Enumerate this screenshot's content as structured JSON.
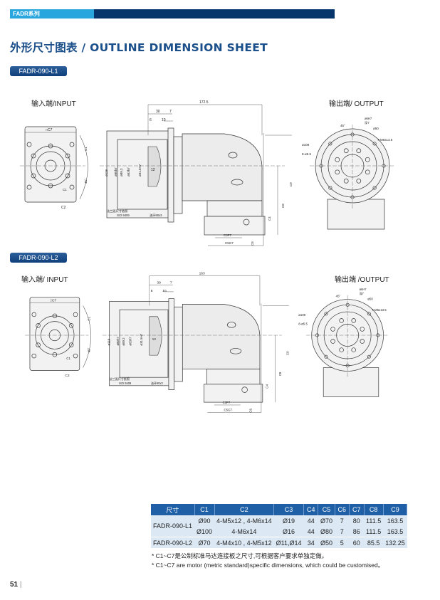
{
  "header": {
    "series": "FADR系列"
  },
  "title": "外形尺寸图表 / OUTLINE DIMENSION SHEET",
  "sections": [
    {
      "badge": "FADR-090-L1",
      "input_label": "输入端/INPUT",
      "output_label": "输出端/ OUTPUT",
      "dims": {
        "overall": "172.5",
        "d30": "30",
        "d7": "7",
        "d6": "6",
        "d10": "10",
        "d12": "12",
        "c7": "□C7",
        "c2": "C2",
        "c1": "C1",
        "deg45": "45°",
        "phi118": "ø118",
        "phi80": "ø80h7",
        "phi89": "ø89.2",
        "phi63": "ø63h7",
        "phi31": "ø31.5H7",
        "c3": "C3F7",
        "c5": "C5G7",
        "c4": "C4",
        "c6": "C6",
        "c8": "C8",
        "c9": "C9",
        "flange1": "法兰面尺寸依照",
        "flange2": "ISO 9409",
        "oring": "油环90x3",
        "o_phi6": "ø6H7",
        "o_depth": "深7",
        "o_phi50": "ø50",
        "o_thread": "7-M6x13.5",
        "o_phi109": "ø109",
        "o_holes": "8-ø5.5",
        "o_deg": "45°"
      }
    },
    {
      "badge": "FADR-090-L2",
      "input_label": "输入端/ INPUT",
      "output_label": "输出端 /OUTPUT",
      "dims": {
        "overall": "163",
        "d30": "30",
        "d7": "7",
        "d6": "6",
        "d10": "10",
        "d12": "12",
        "c7": "□C7",
        "c2": "C2",
        "c1": "C1",
        "deg45": "45°",
        "phi118": "ø118",
        "phi80": "ø80h7",
        "phi89": "ø89.2",
        "phi63": "ø63h7",
        "phi31": "ø31.5H7",
        "c3": "C3F7",
        "c5": "C5G7",
        "c4": "C4",
        "c6": "C6",
        "c8": "C8",
        "c9": "C9",
        "flange1": "法兰面尺寸依照",
        "flange2": "ISO 9409",
        "oring": "油环90x3",
        "o_phi6": "ø6H7",
        "o_depth": "深7",
        "o_phi50": "ø50",
        "o_thread": "7-M6x13.5",
        "o_phi109": "ø109",
        "o_holes": "8-ø5.5",
        "o_deg": "45°"
      }
    }
  ],
  "table": {
    "headers": [
      "尺寸",
      "C1",
      "C2",
      "C3",
      "C4",
      "C5",
      "C6",
      "C7",
      "C8",
      "C9"
    ],
    "model_l1": "FADR-090-L1",
    "rows": [
      [
        "Ø90",
        "4-M5x12 , 4-M6x14",
        "Ø19",
        "44",
        "Ø70",
        "7",
        "80",
        "111.5",
        "163.5"
      ],
      [
        "Ø100",
        "4-M6x14",
        "Ø16",
        "44",
        "Ø80",
        "7",
        "86",
        "111.5",
        "163.5"
      ],
      [
        "FADR-090-L2",
        "Ø70",
        "4-M4x10 , 4-M5x12",
        "Ø11,Ø14",
        "34",
        "Ø50",
        "5",
        "60",
        "85.5",
        "132.25"
      ]
    ]
  },
  "notes": [
    "* C1~C7是公制标准马达连接板之尺寸,可根据客户要求单独定做。",
    "* C1~C7 are motor (metric standard)specific dimensions, which could be customised。"
  ],
  "page_number": "51"
}
